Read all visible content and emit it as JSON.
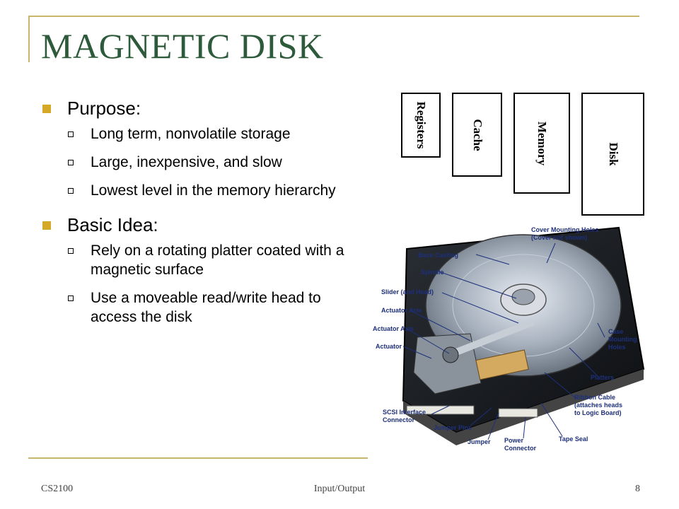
{
  "slide": {
    "title": "MAGNETIC DISK",
    "bullets": [
      {
        "text": "Purpose:",
        "subs": [
          "Long term, nonvolatile storage",
          "Large, inexpensive,  and slow",
          "Lowest level in the memory hierarchy"
        ]
      },
      {
        "text": "Basic Idea:",
        "subs": [
          "Rely on a rotating platter coated with a magnetic surface",
          "Use a moveable read/write head to access the disk"
        ]
      }
    ]
  },
  "hierarchy": [
    "Registers",
    "Cache",
    "Memory",
    "Disk"
  ],
  "callouts": {
    "base_casting": "Base Casting",
    "spindle": "Spindle",
    "slider": "Slider (and Head)",
    "actuator_arm": "Actuator Arm",
    "actuator_axis": "Actuator Axis",
    "actuator": "Actuator",
    "scsi_1": "SCSI Interface",
    "scsi_2": "Connector",
    "jumper_pins": "Jumper Pins",
    "jumper": "Jumper",
    "power_1": "Power",
    "power_2": "Connector",
    "tape_seal": "Tape Seal",
    "ribbon_1": "Ribbon Cable",
    "ribbon_2": "(attaches heads",
    "ribbon_3": "to Logic Board)",
    "platters": "Platters",
    "case_1": "Case",
    "case_2": "Mounting",
    "case_3": "Holes",
    "cover_1": "Cover Mounting Holes",
    "cover_2": "(Cover not shown)"
  },
  "footer": {
    "course": "CS2100",
    "topic": "Input/Output",
    "page": "8"
  },
  "colors": {
    "title": "#2d5a3a",
    "accent_frame": "#c9b66b",
    "bullet": "#d4a928",
    "callout_text": "#1d2f7a"
  }
}
